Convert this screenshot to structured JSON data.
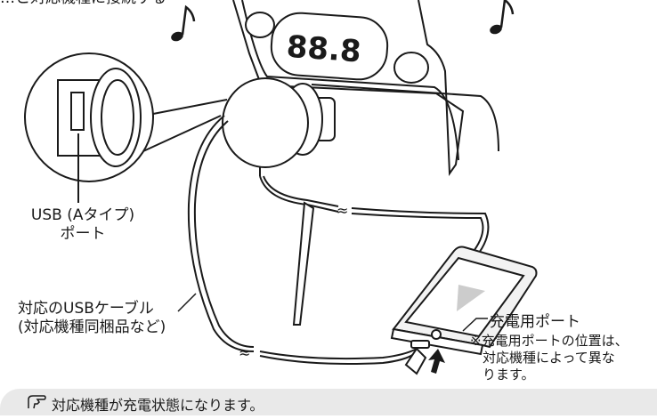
{
  "heading_partial": "…と対応機種に接続する",
  "display": {
    "frequency": "88.8"
  },
  "labels": {
    "usb_port": "USB (Aタイプ)",
    "usb_port_2": "ポート",
    "cable": "対応のUSBケーブル",
    "cable_2": "(対応機種同梱品など)",
    "charge_port": "充電用ポート",
    "note_1": "※充電用ポートの位置は、",
    "note_2": "対応機種によって異な",
    "note_3": "ります。"
  },
  "footer": {
    "text": "対応機種が充電状態になります。",
    "icon": "pointing-hand-icon"
  },
  "colors": {
    "line": "#1a1a1a",
    "device_fill": "#f2f2f2",
    "screen_fill": "#e6e6e6",
    "footer_bg": "#e9e9e9"
  }
}
